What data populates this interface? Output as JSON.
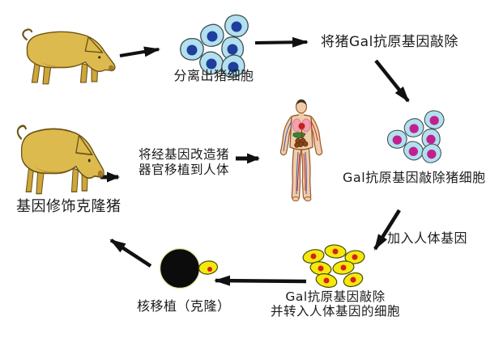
{
  "diagram": {
    "labels": {
      "isolated_pig_cells": "分离出猪细胞",
      "knockout_gal_gene": "将猪Gal抗原基因敲除",
      "gal_knockout_pig_cells": "Gal抗原基因敲除猪细胞",
      "add_human_gene": "加入人体基因",
      "transgenic_cells_line1": "Gal抗原基因敲除",
      "transgenic_cells_line2": "并转入人体基因的细胞",
      "nuclear_transfer_clone": "核移植（克隆）",
      "gene_modified_clone_pig": "基因修饰克隆猪",
      "transplant_line1": "将经基因改造猪",
      "transplant_line2": "器官移植到人体"
    },
    "icons": {
      "source_pig": "pig",
      "cloned_pig": "pig",
      "pig_cells": "cell-cluster-blue-nuclei",
      "gal_knockout_cells": "cell-cluster-magenta-nuclei",
      "transgenic_cells": "cell-cluster-yellow-red-nuclei",
      "enucleated_egg": "black-egg-with-donor-cell",
      "human_body": "human-anatomy-figure"
    },
    "colors": {
      "background": "#ffffff",
      "text": "#1c1c1c",
      "arrow": "#111111",
      "cell_blue": "#b3e0ee",
      "cell_outline": "#3f5057",
      "nucleus_blue": "#1e3f9e",
      "nucleus_magenta": "#c1218f",
      "cell_yellow": "#f5e90c",
      "yellow_outline": "#4a4a08",
      "nucleus_red": "#d81f1f",
      "pig_body": "#dcba4e",
      "pig_dark": "#cda63c",
      "pig_outline": "#6b5216",
      "pig_shade": "#8a5f17",
      "egg_black": "#0c0c0c",
      "egg_rim": "#e6e9a8",
      "skin": "#f0cda8",
      "skin_outline": "#9a5a30",
      "lung_pink": "#f2a0b4",
      "organ_red": "#c81e1e",
      "liver_green": "#2f8a33",
      "intestine_brown": "#8a4616",
      "vein_blue": "#3a55c0",
      "hair": "#3a3226"
    }
  }
}
